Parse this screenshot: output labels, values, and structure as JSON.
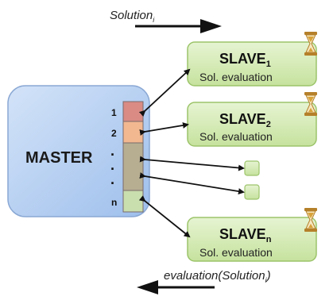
{
  "top_caption": {
    "main": "Solution",
    "sub": "i"
  },
  "bottom_caption": {
    "main": "evaluation(Solution",
    "sub": "i",
    "close": ")"
  },
  "master": {
    "label": "MASTER"
  },
  "slots": [
    {
      "label": "1",
      "color": "#d98b84"
    },
    {
      "label": "2",
      "color": "#f2b890"
    },
    {
      "label": "·",
      "color": "#b7ae92"
    },
    {
      "label": "·",
      "color": "#b7ae92"
    },
    {
      "label": "·",
      "color": "#b7ae92"
    },
    {
      "label": "n",
      "color": "#c9dfae"
    }
  ],
  "slaves": [
    {
      "title": "SLAVE",
      "sub": "1",
      "subtitle": "Sol. evaluation"
    },
    {
      "title": "SLAVE",
      "sub": "2",
      "subtitle": "Sol. evaluation"
    },
    {
      "title": "SLAVE",
      "sub": "n",
      "subtitle": "Sol. evaluation"
    }
  ],
  "colors": {
    "master_fill": "#b9d0f0",
    "master_stroke": "#8aa8d4",
    "slave_fill": "#d4ebb4",
    "slave_stroke": "#9cc46a",
    "arrow": "#111111",
    "hourglass": "#d8a23a"
  },
  "icons": [
    "hourglass-icon"
  ]
}
